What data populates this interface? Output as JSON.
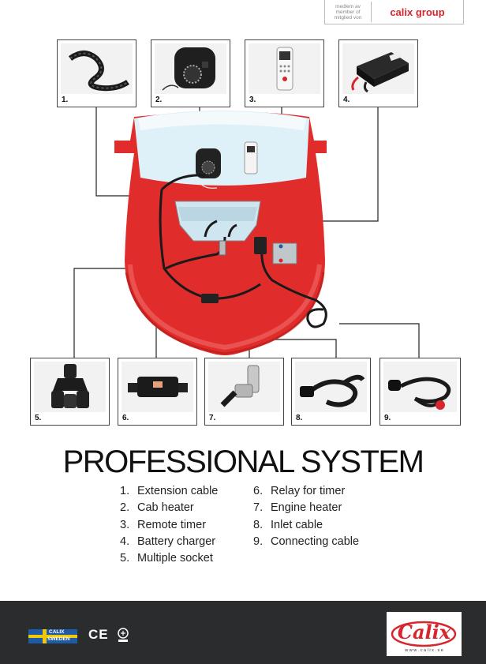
{
  "header": {
    "member_lines": [
      "medlem av",
      "member of",
      "mitglied von"
    ],
    "group_name": "calix group"
  },
  "top_boxes": [
    {
      "num": "1.",
      "icon": "extension-cable-icon"
    },
    {
      "num": "2.",
      "icon": "cab-heater-icon"
    },
    {
      "num": "3.",
      "icon": "remote-timer-icon"
    },
    {
      "num": "4.",
      "icon": "battery-charger-icon"
    }
  ],
  "bottom_boxes": [
    {
      "num": "5.",
      "icon": "multiple-socket-icon"
    },
    {
      "num": "6.",
      "icon": "relay-for-timer-icon"
    },
    {
      "num": "7.",
      "icon": "engine-heater-icon"
    },
    {
      "num": "8.",
      "icon": "inlet-cable-icon"
    },
    {
      "num": "9.",
      "icon": "connecting-cable-icon"
    }
  ],
  "title": "PROFESSIONAL SYSTEM",
  "list_left": [
    {
      "num": "1.",
      "label": "Extension cable"
    },
    {
      "num": "2.",
      "label": "Cab heater"
    },
    {
      "num": "3.",
      "label": "Remote timer"
    },
    {
      "num": "4.",
      "label": "Battery charger"
    },
    {
      "num": "5.",
      "label": "Multiple socket"
    }
  ],
  "list_right": [
    {
      "num": "6.",
      "label": "Relay for timer"
    },
    {
      "num": "7.",
      "label": "Engine heater"
    },
    {
      "num": "8.",
      "label": "Inlet cable"
    },
    {
      "num": "9.",
      "label": "Connecting cable"
    }
  ],
  "footer": {
    "flag_text_1": "CALIX",
    "flag_text_2": "SWEDEN",
    "ce_mark": "CE",
    "logo_text": "Calix",
    "website": "w w w . c a l i x . s e",
    "colors": {
      "brand_red": "#d7262e",
      "footer_bg": "#2a2c2d",
      "flag_blue": "#1f5aa6",
      "flag_yellow": "#f2c900"
    }
  }
}
